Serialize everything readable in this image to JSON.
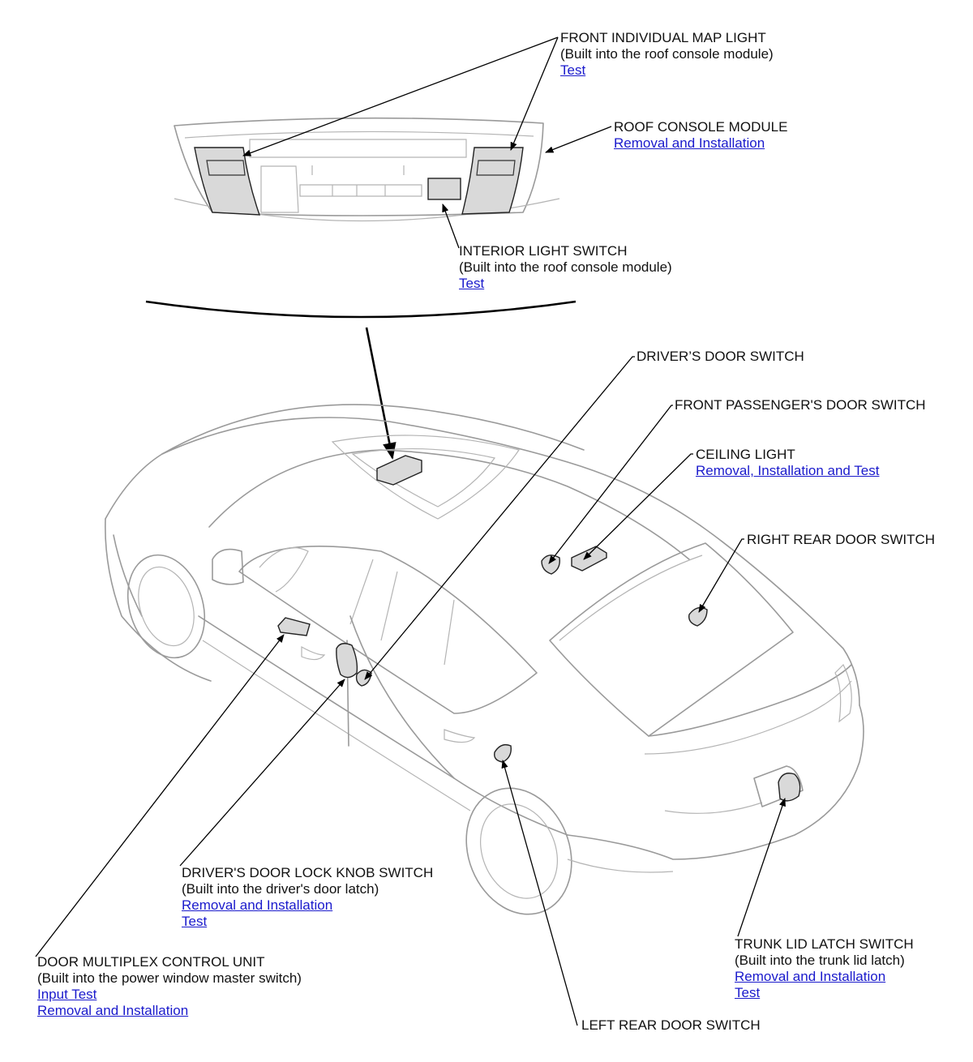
{
  "callouts": {
    "map_light": {
      "title": "FRONT INDIVIDUAL MAP LIGHT",
      "sub": "(Built into the roof console module)",
      "links": [
        "Test"
      ]
    },
    "roof_console": {
      "title": "ROOF CONSOLE MODULE",
      "links": [
        "Removal and Installation"
      ]
    },
    "interior_switch": {
      "title": "INTERIOR LIGHT SWITCH",
      "sub": "(Built into the roof console module)",
      "links": [
        "Test"
      ]
    },
    "drivers_door_switch": {
      "title": "DRIVER’S DOOR SWITCH"
    },
    "front_passenger_switch": {
      "title": "FRONT PASSENGER'S DOOR SWITCH"
    },
    "ceiling_light": {
      "title": "CEILING LIGHT",
      "links": [
        "Removal, Installation and Test"
      ]
    },
    "right_rear_switch": {
      "title": "RIGHT REAR DOOR SWITCH"
    },
    "lock_knob_switch": {
      "title": "DRIVER'S DOOR LOCK KNOB SWITCH",
      "sub": "(Built into the driver's door latch)",
      "links": [
        "Removal and Installation",
        "Test"
      ]
    },
    "multiplex_unit": {
      "title": "DOOR MULTIPLEX CONTROL UNIT",
      "sub": "(Built into the power window master switch)",
      "links": [
        "Input Test",
        "Removal and Installation"
      ]
    },
    "trunk_latch_switch": {
      "title": "TRUNK LID LATCH SWITCH",
      "sub": "(Built into the trunk lid latch)",
      "links": [
        "Removal and Installation",
        "Test"
      ]
    },
    "left_rear_switch": {
      "title": "LEFT REAR DOOR SWITCH"
    }
  },
  "colors": {
    "link": "#1a1acc",
    "line_art": "#9a9a9a",
    "component_fill": "#d9d9d9"
  }
}
